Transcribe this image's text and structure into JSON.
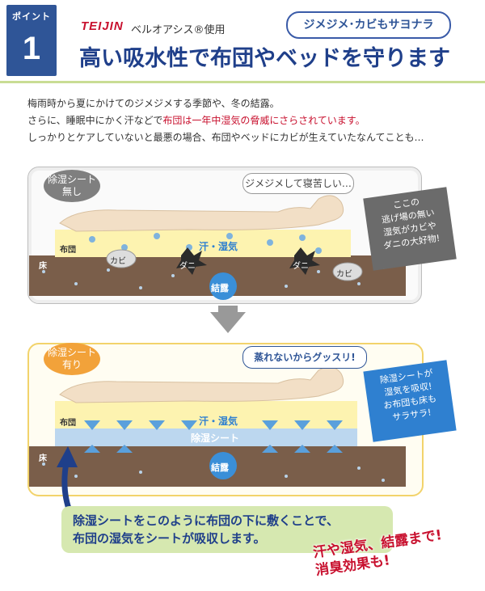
{
  "header": {
    "point_label": "ポイント",
    "point_number": "1",
    "brand": "TEIJIN",
    "brand_suffix": "ベルオアシス®使用",
    "tag": "ジメジメ･カビもサヨナラ",
    "title": "高い吸水性で布団やベッドを守ります"
  },
  "intro": {
    "line1": "梅雨時から夏にかけてのジメジメする季節や、冬の結露。",
    "line2_prefix": "さらに、睡眠中にかく汗などで",
    "line2_highlight": "布団は一年中湿気の脅威にさらされています。",
    "line3": "しっかりとケアしていないと最悪の場合、布団やベッドにカビが生えていたなんてことも…"
  },
  "panel_without": {
    "label_line1": "除湿シート",
    "label_line2": "無し",
    "speech": "ジメジメして寝苦しい…",
    "futon_label": "布団",
    "floor_label": "床",
    "sweat_label": "汗・湿気",
    "mold_label": "カビ",
    "mite_label": "ダニ",
    "condensation_label": "結露",
    "note_lines": [
      "ここの",
      "逃げ場の無い",
      "湿気がカビや",
      "ダニの大好物!"
    ]
  },
  "panel_with": {
    "label_line1": "除湿シート",
    "label_line2": "有り",
    "speech": "蒸れないからグッスリ!",
    "futon_label": "布団",
    "floor_label": "床",
    "sweat_label": "汗・湿気",
    "sheet_label": "除湿シート",
    "condensation_label": "結露",
    "note_lines": [
      "除湿シートが",
      "湿気を吸収!",
      "お布団も床も",
      "サラサラ!"
    ]
  },
  "callout": {
    "line1": "除湿シートをこのように布団の下に敷くことで、",
    "line2": "布団の湿気をシートが吸収します。"
  },
  "promo": {
    "line1": "汗や湿気、結露まで!",
    "line2": "消臭効果も!"
  },
  "colors": {
    "navy": "#1f3f8a",
    "red": "#c8102e",
    "green_line": "#c9dd94",
    "futon_yellow": "#fdf3b0",
    "floor_brown": "#7a5e4a",
    "sheet_blue": "#bcd7ef"
  }
}
